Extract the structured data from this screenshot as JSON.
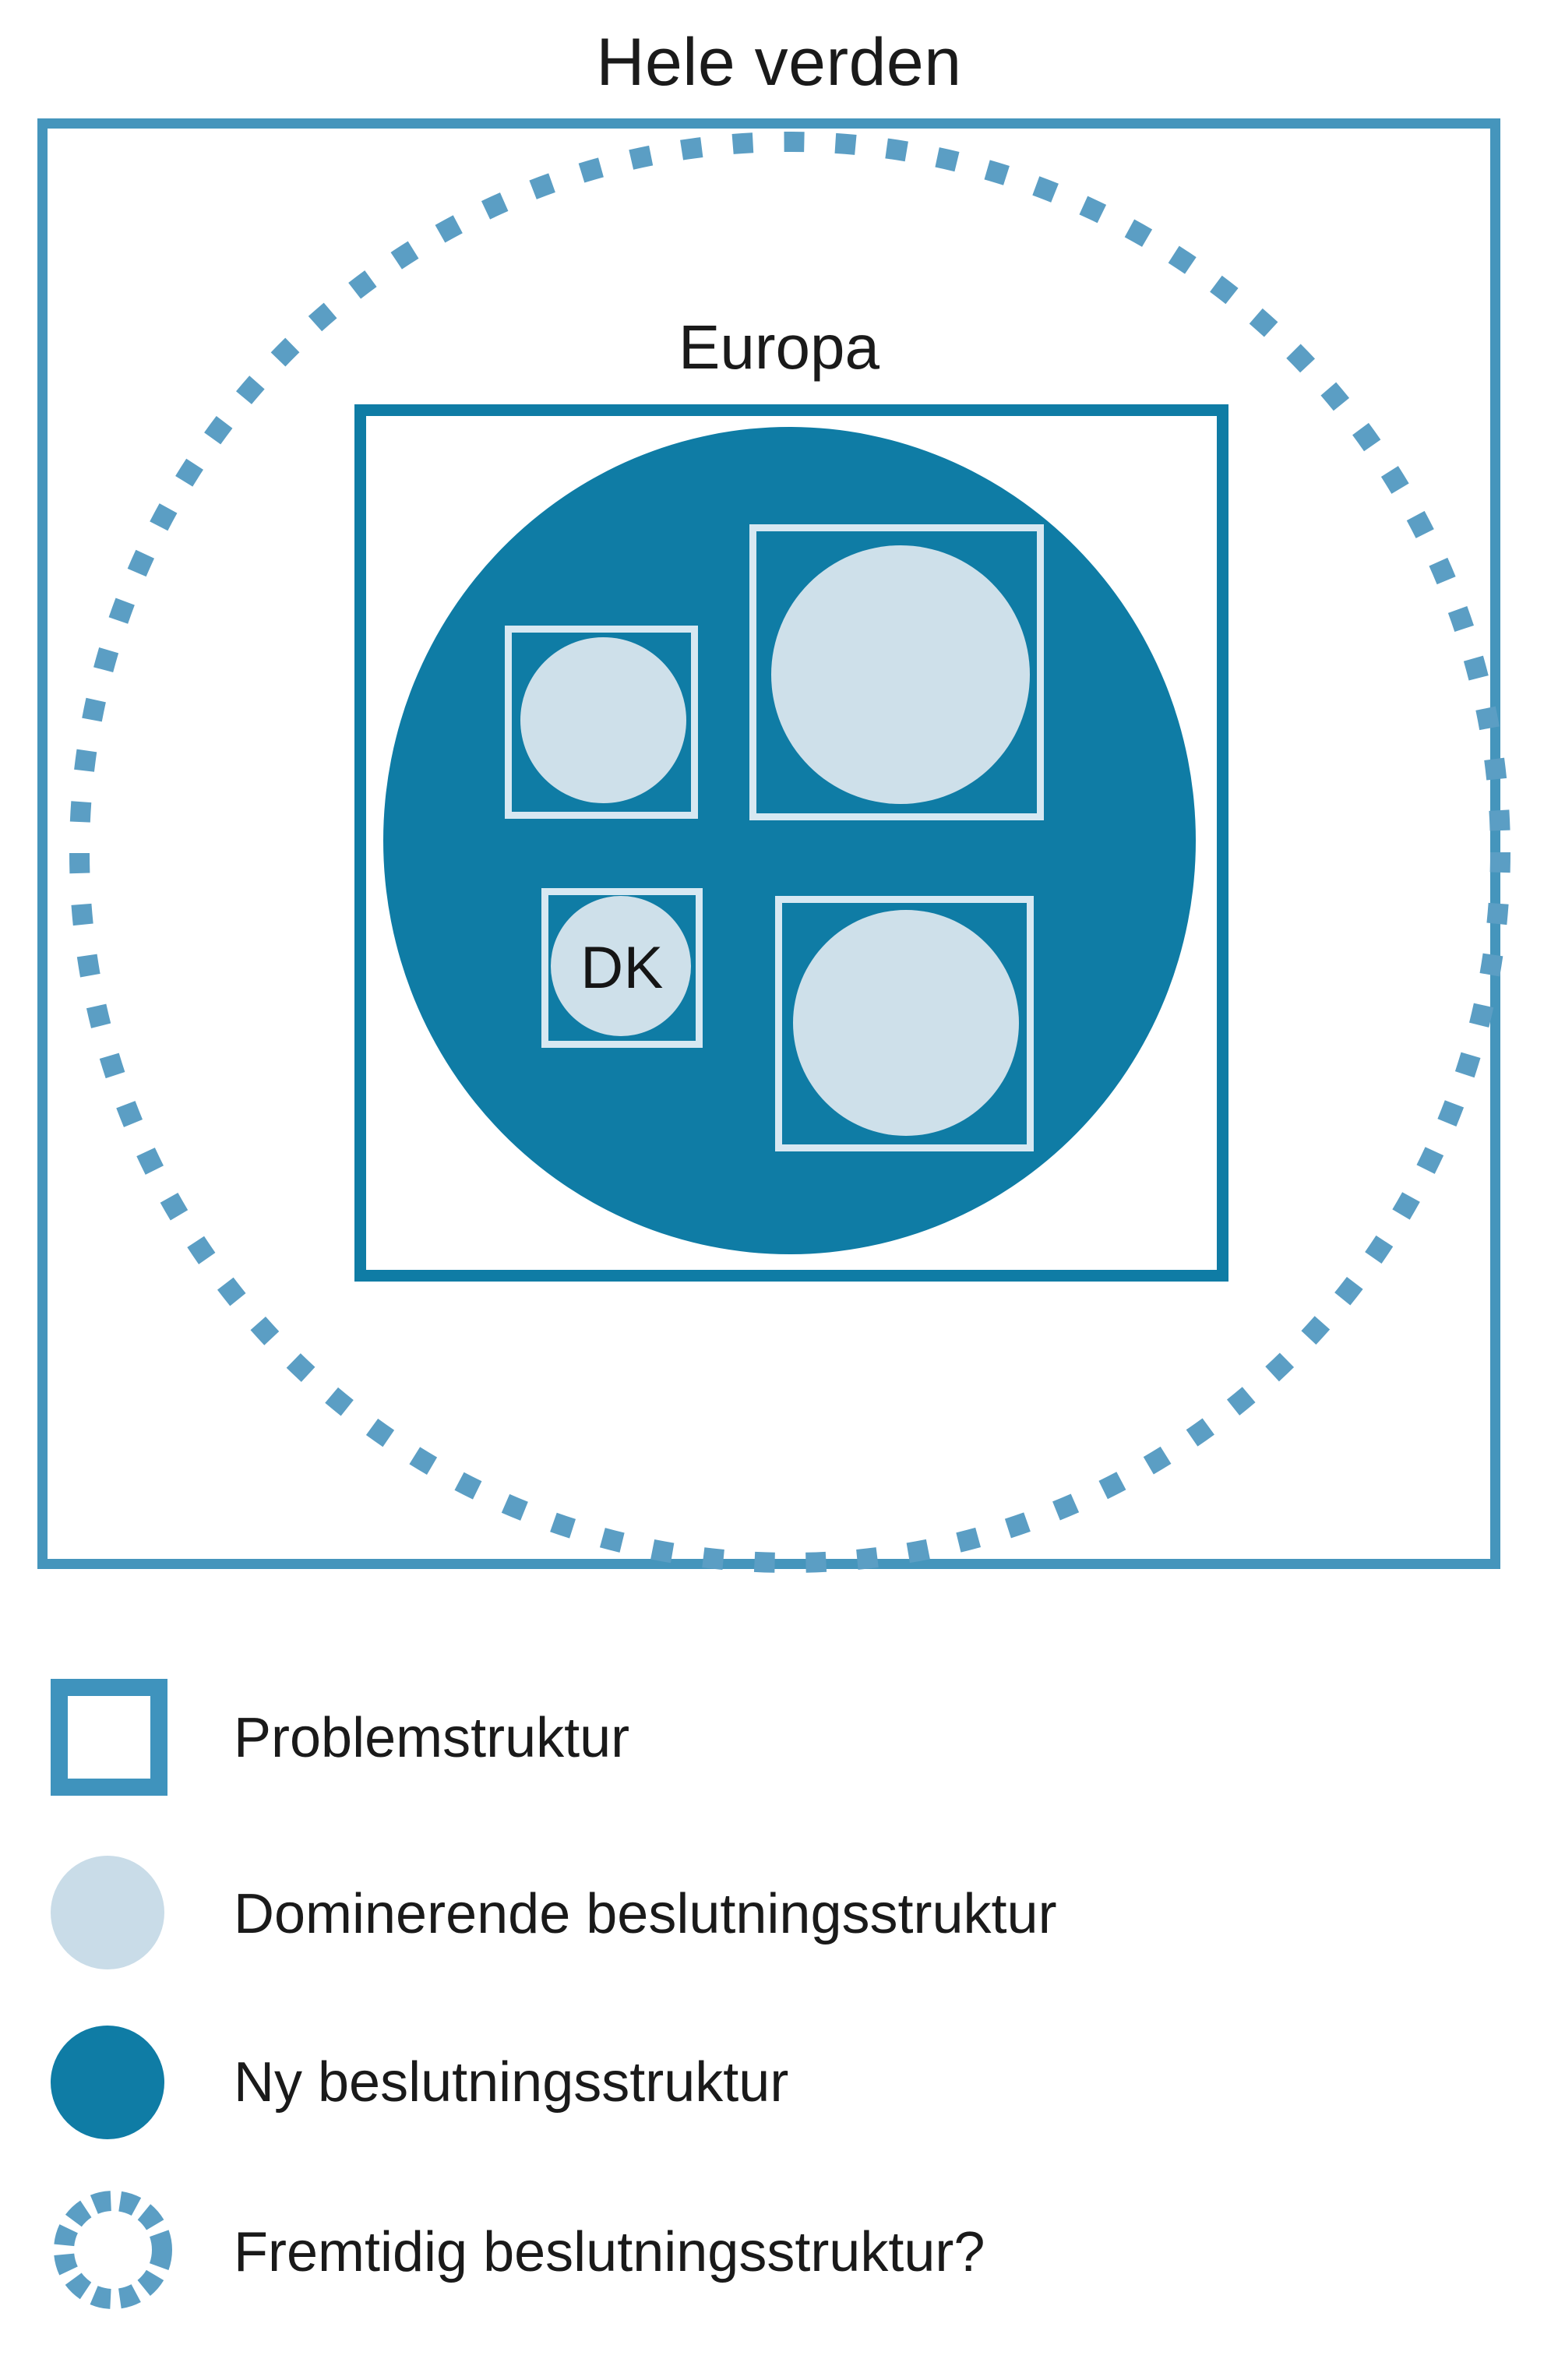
{
  "diagram": {
    "outer_label": "Hele verden",
    "inner_label": "Europa",
    "country_label": "DK",
    "colors": {
      "outer_box_border": "#4595BC",
      "future_dash": "#5B9EC4",
      "europe_box_border": "#0F7CA5",
      "new_structure_fill": "#0F7CA5",
      "dominant_structure_fill": "#CEE0EA",
      "sub_box_border": "#D7E8F2",
      "text": "#1A1A1A"
    },
    "structure_boxes": [
      {
        "name": "top-left",
        "has_label": false
      },
      {
        "name": "top-right",
        "has_label": false
      },
      {
        "name": "bottom-left",
        "has_label": true,
        "label": "DK"
      },
      {
        "name": "bottom-right",
        "has_label": false
      }
    ]
  },
  "legend": {
    "items": [
      {
        "icon": "outlined-square-icon",
        "label": "Problemstruktur"
      },
      {
        "icon": "light-blue-circle-icon",
        "label": "Dominerende beslutningsstruktur"
      },
      {
        "icon": "dark-blue-circle-icon",
        "label": "Ny beslutningsstruktur"
      },
      {
        "icon": "dashed-circle-icon",
        "label": "Fremtidig beslutningsstruktur?"
      }
    ]
  }
}
